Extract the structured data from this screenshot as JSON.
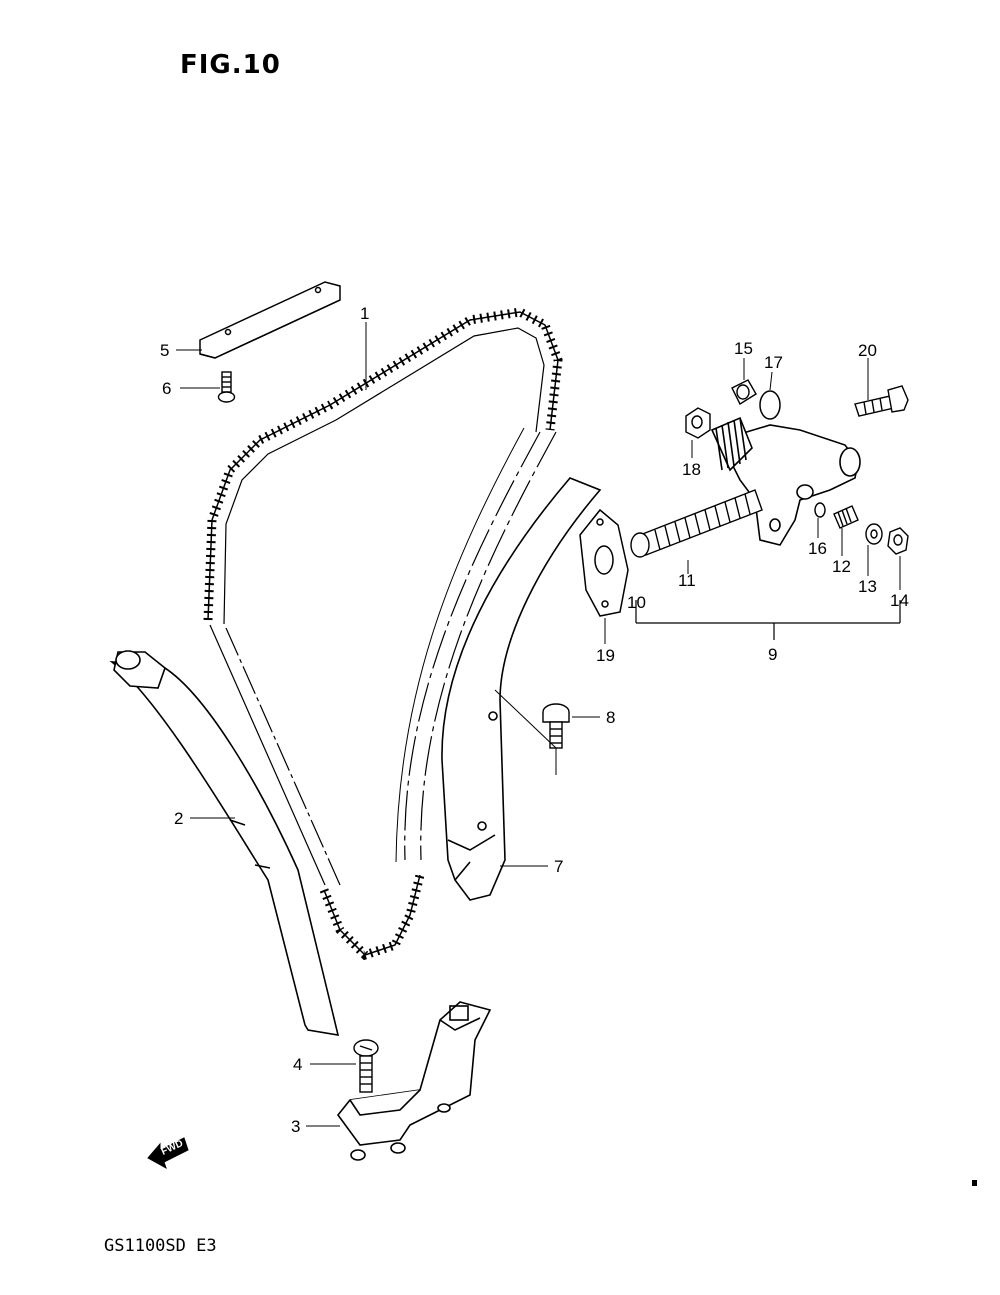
{
  "figure": {
    "title": "FIG.10"
  },
  "model_code": "GS1100SD E3",
  "direction_marker": "FWD",
  "callouts": [
    {
      "id": "1",
      "label": "1"
    },
    {
      "id": "2",
      "label": "2"
    },
    {
      "id": "3",
      "label": "3"
    },
    {
      "id": "4",
      "label": "4"
    },
    {
      "id": "5",
      "label": "5"
    },
    {
      "id": "6",
      "label": "6"
    },
    {
      "id": "7",
      "label": "7"
    },
    {
      "id": "8",
      "label": "8"
    },
    {
      "id": "9",
      "label": "9"
    },
    {
      "id": "10",
      "label": "10"
    },
    {
      "id": "11",
      "label": "11"
    },
    {
      "id": "12",
      "label": "12"
    },
    {
      "id": "13",
      "label": "13"
    },
    {
      "id": "14",
      "label": "14"
    },
    {
      "id": "15",
      "label": "15"
    },
    {
      "id": "16",
      "label": "16"
    },
    {
      "id": "17",
      "label": "17"
    },
    {
      "id": "18",
      "label": "18"
    },
    {
      "id": "19",
      "label": "19"
    },
    {
      "id": "20",
      "label": "20"
    }
  ]
}
